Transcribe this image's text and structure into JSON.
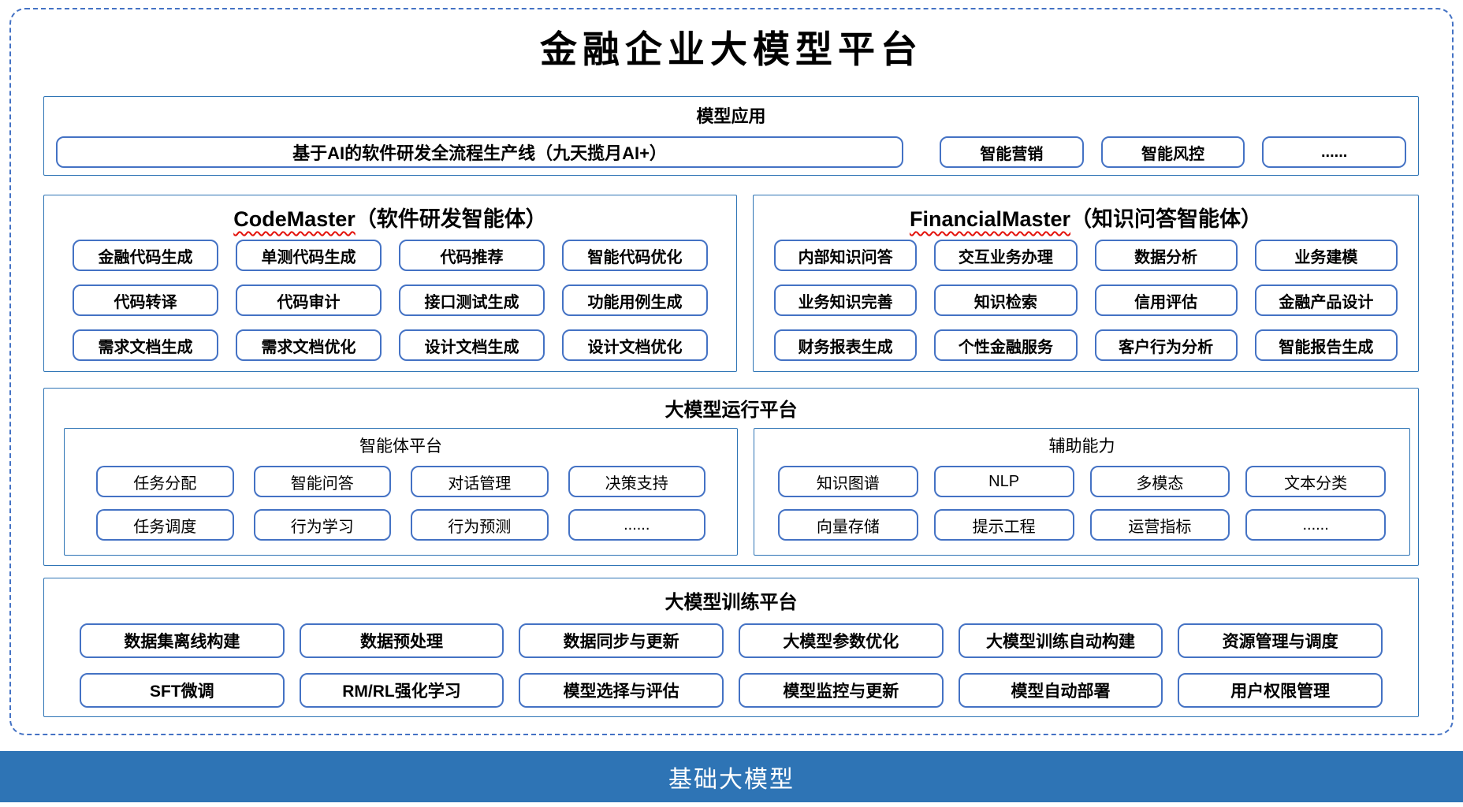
{
  "title": "金融企业大模型平台",
  "colors": {
    "accent": "#2E74B5",
    "box_border": "#4472C4",
    "bar_bg": "#2E74B5",
    "bar_text": "#FFFFFF",
    "squiggle": "#E3120B"
  },
  "sections": {
    "model_app": {
      "header": "模型应用",
      "main_item": "基于AI的软件研发全流程生产线（九天揽月AI+）",
      "items": [
        "智能营销",
        "智能风控",
        "......"
      ]
    },
    "code_master": {
      "name": "CodeMaster",
      "suffix": "（软件研发智能体）",
      "items": [
        "金融代码生成",
        "单测代码生成",
        "代码推荐",
        "智能代码优化",
        "代码转译",
        "代码审计",
        "接口测试生成",
        "功能用例生成",
        "需求文档生成",
        "需求文档优化",
        "设计文档生成",
        "设计文档优化"
      ]
    },
    "financial_master": {
      "name": "FinancialMaster",
      "suffix": "（知识问答智能体）",
      "items": [
        "内部知识问答",
        "交互业务办理",
        "数据分析",
        "业务建模",
        "业务知识完善",
        "知识检索",
        "信用评估",
        "金融产品设计",
        "财务报表生成",
        "个性金融服务",
        "客户行为分析",
        "智能报告生成"
      ]
    },
    "runtime": {
      "header": "大模型运行平台",
      "agent_platform": {
        "header": "智能体平台",
        "items": [
          "任务分配",
          "智能问答",
          "对话管理",
          "决策支持",
          "任务调度",
          "行为学习",
          "行为预测",
          "......"
        ]
      },
      "aux": {
        "header": "辅助能力",
        "items": [
          "知识图谱",
          "NLP",
          "多模态",
          "文本分类",
          "向量存储",
          "提示工程",
          "运营指标",
          "......"
        ]
      }
    },
    "training": {
      "header": "大模型训练平台",
      "items": [
        "数据集离线构建",
        "数据预处理",
        "数据同步与更新",
        "大模型参数优化",
        "大模型训练自动构建",
        "资源管理与调度",
        "SFT微调",
        "RM/RL强化学习",
        "模型选择与评估",
        "模型监控与更新",
        "模型自动部署",
        "用户权限管理"
      ]
    },
    "foundation": {
      "label": "基础大模型"
    }
  }
}
